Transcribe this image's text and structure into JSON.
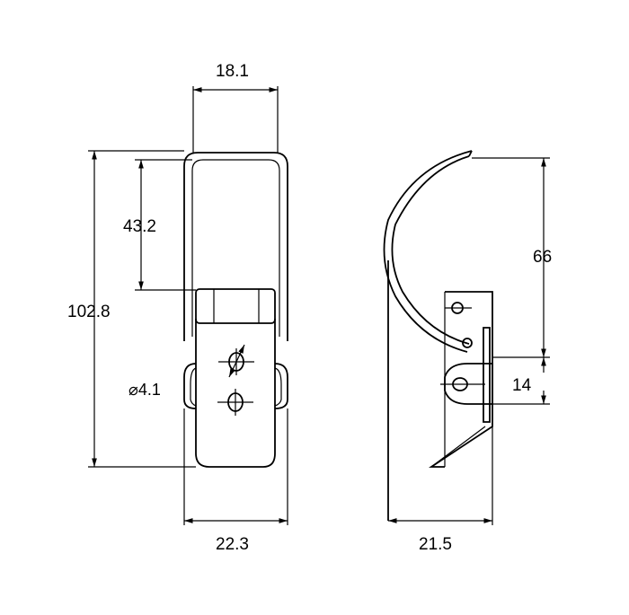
{
  "drawing": {
    "dimensions": {
      "top_width": "18.1",
      "upper_height": "43.2",
      "total_height": "102.8",
      "hole_diameter": "⌀4.1",
      "bottom_width": "22.3",
      "hook_height": "66",
      "base_height": "14",
      "side_depth": "21.5"
    }
  }
}
